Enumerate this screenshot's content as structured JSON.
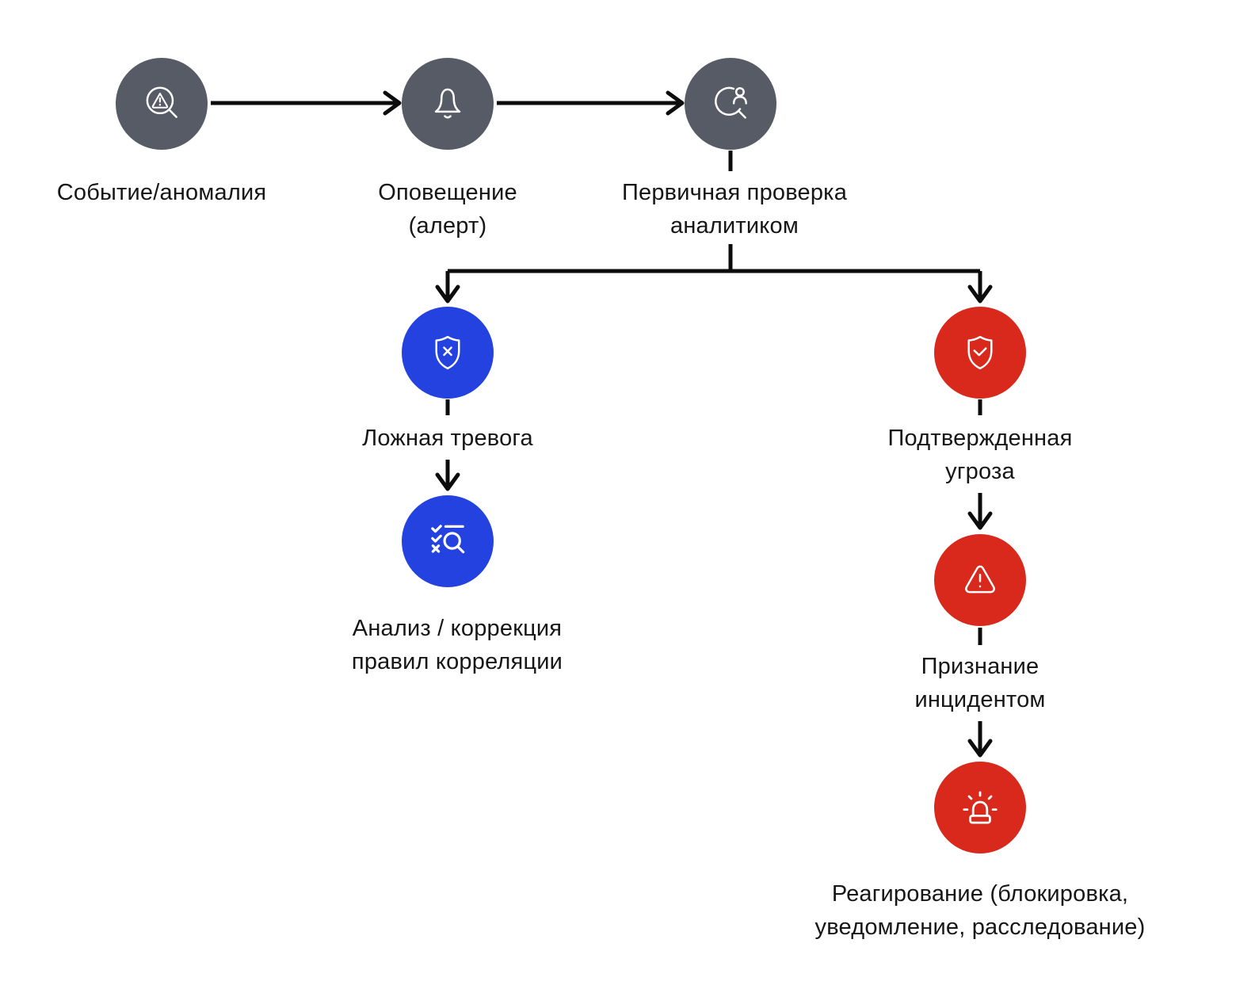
{
  "diagram": {
    "type": "flowchart",
    "language": "ru",
    "topic": "Обработка события безопасности: от аномалии до реагирования"
  },
  "colors": {
    "background": "#ffffff",
    "node_gray": "#565b66",
    "node_blue": "#2342e0",
    "node_red": "#d9291d",
    "connector": "#0c0c0c",
    "icon_stroke": "#ffffff",
    "label_text": "#161616"
  },
  "nodes": [
    {
      "id": "event-anomaly",
      "label": "Событие/аномалия",
      "icon": "search-anomaly-icon",
      "color": "gray"
    },
    {
      "id": "alert",
      "label": "Оповещение\n(алерт)",
      "icon": "bell-icon",
      "color": "gray"
    },
    {
      "id": "analyst-check",
      "label": "Первичная проверка\nаналитиком",
      "icon": "analyst-review-icon",
      "color": "gray"
    },
    {
      "id": "false-alarm",
      "label": "Ложная тревога",
      "icon": "shield-x-icon",
      "color": "blue"
    },
    {
      "id": "rules-correction",
      "label": "Анализ / коррекция\nправил корреляции",
      "icon": "checklist-search-icon",
      "color": "blue"
    },
    {
      "id": "confirmed-threat",
      "label": "Подтвержденная\nугроза",
      "icon": "shield-check-icon",
      "color": "red"
    },
    {
      "id": "incident-declared",
      "label": "Признание\nинцидентом",
      "icon": "warning-triangle-icon",
      "color": "red"
    },
    {
      "id": "response",
      "label": "Реагирование (блокировка,\nуведомление, расследование)",
      "icon": "siren-icon",
      "color": "red"
    }
  ]
}
